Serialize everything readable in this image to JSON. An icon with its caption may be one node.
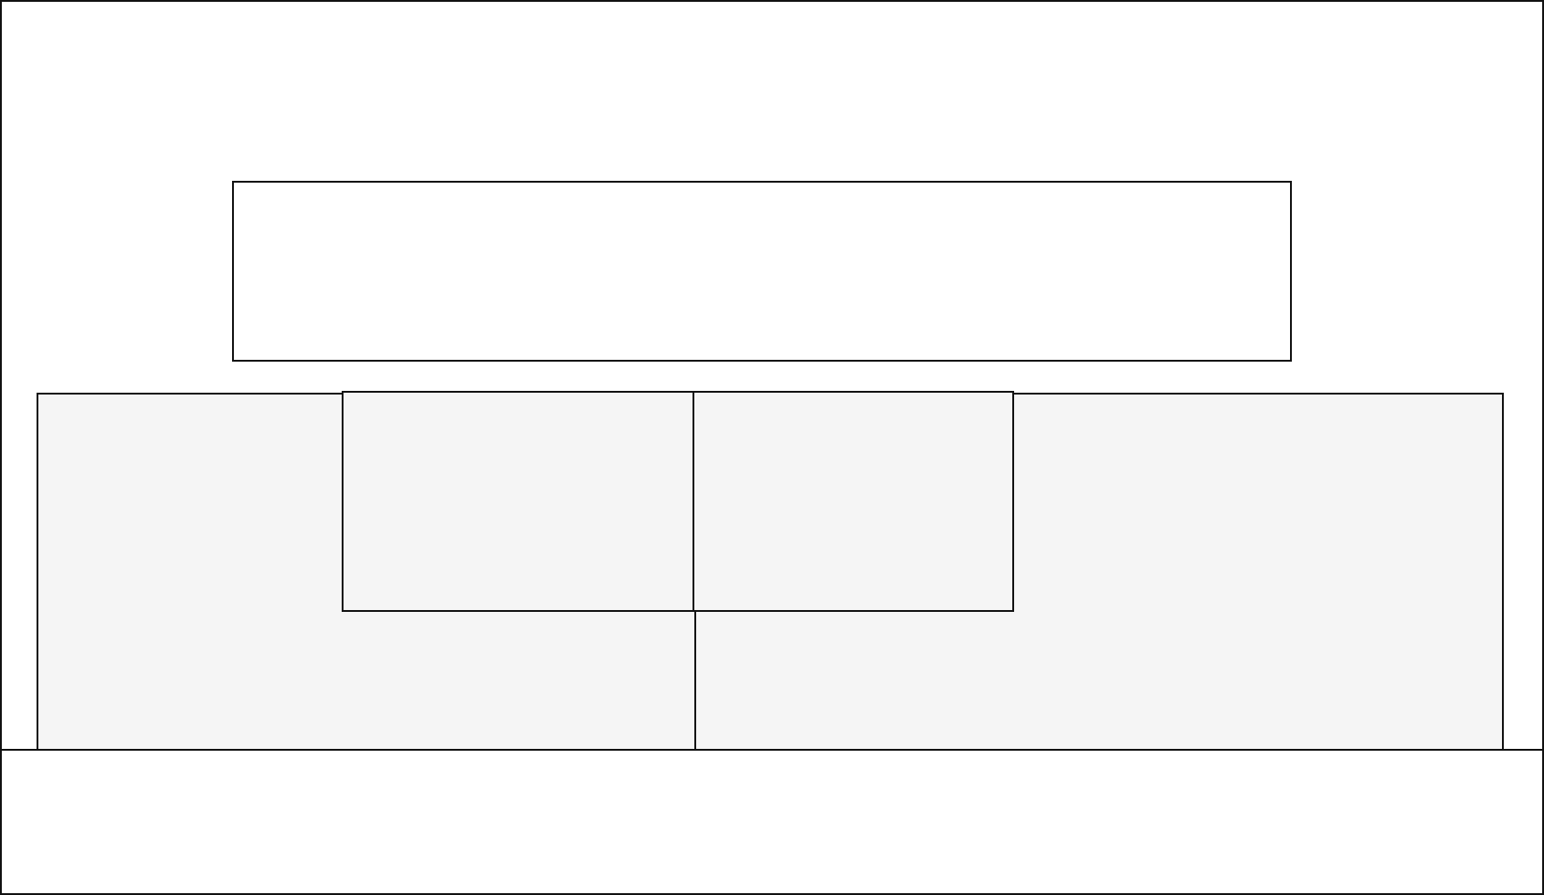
{
  "diagram": {
    "nodes": [
      {
        "text": [],
        "shape": "box"
      },
      {
        "text": [],
        "shape": "box",
        "in": 0
      },
      {
        "text": [],
        "shape": "box",
        "in": 0
      },
      {
        "text": [],
        "shape": "box",
        "in": 2
      },
      {
        "text": [],
        "shape": "box",
        "in": 0
      },
      {
        "text": [],
        "shape": "box",
        "in": 4
      },
      {
        "text": [],
        "shape": "box",
        "in": 0
      }
    ]
  }
}
